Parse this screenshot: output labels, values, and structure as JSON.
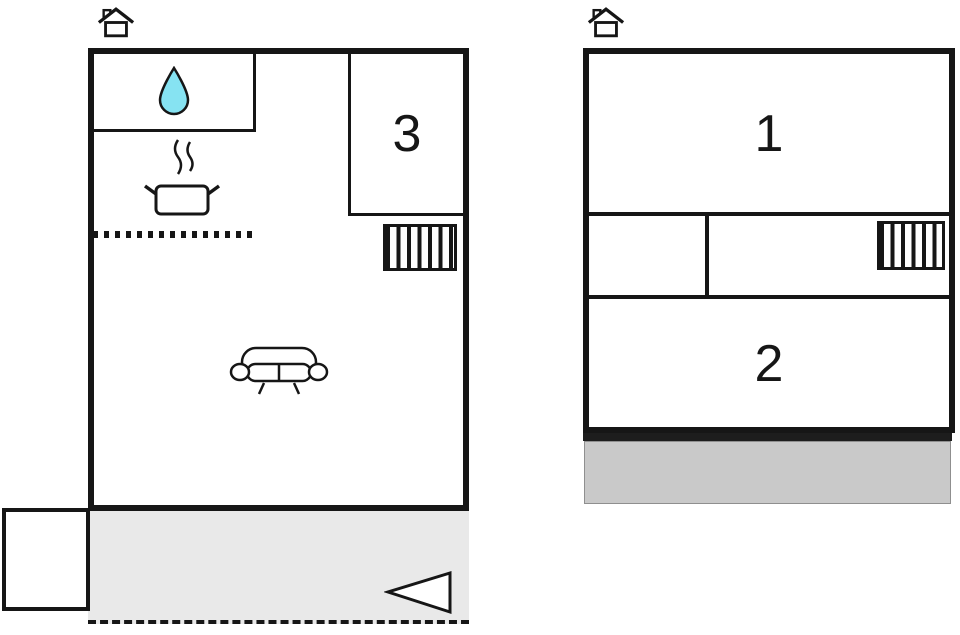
{
  "floorplan": {
    "rooms": [
      {
        "label": "3"
      },
      {
        "label": "1"
      },
      {
        "label": "2"
      }
    ],
    "colors": {
      "wall": "#161616",
      "terrace": "#e9e9e9",
      "balcony": "#c9c9c9",
      "water_drop": "#86e3f2"
    },
    "icons": [
      "house-icon",
      "water-drop-icon",
      "stove-icon",
      "stairs-icon",
      "sofa-icon",
      "arrow-left-icon"
    ]
  }
}
